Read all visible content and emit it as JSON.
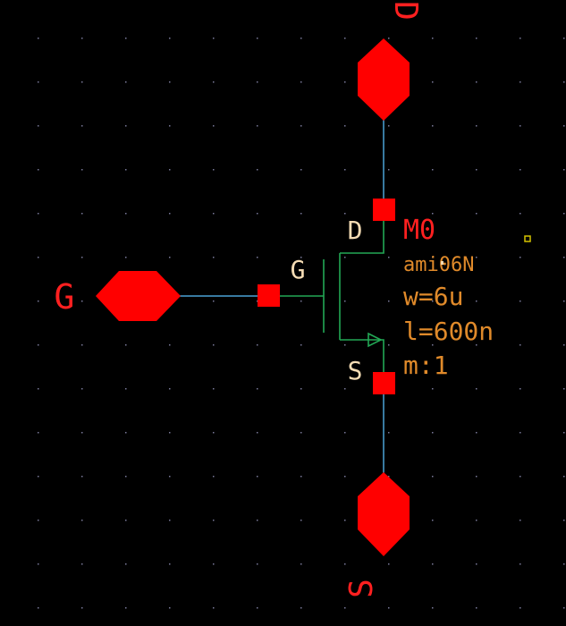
{
  "colors": {
    "background": "#000000",
    "grid_dot": "#7a7a9a",
    "wire": "#4aa3d6",
    "pin": "#ff0000",
    "terminal_label": "#ff2020",
    "symbol": "#22a855",
    "pin_label": "#f5dcb4",
    "property": "#e08a2a",
    "selection_marker": "#d4c200"
  },
  "pins": {
    "drain": "D",
    "gate": "G",
    "source": "S"
  },
  "terminals": {
    "drain": "D",
    "gate": "G",
    "source": "S"
  },
  "instance": {
    "name": "M0",
    "model": "ami06N",
    "width": "w=6u",
    "length": "l=600n",
    "multiplier": "m:1"
  }
}
